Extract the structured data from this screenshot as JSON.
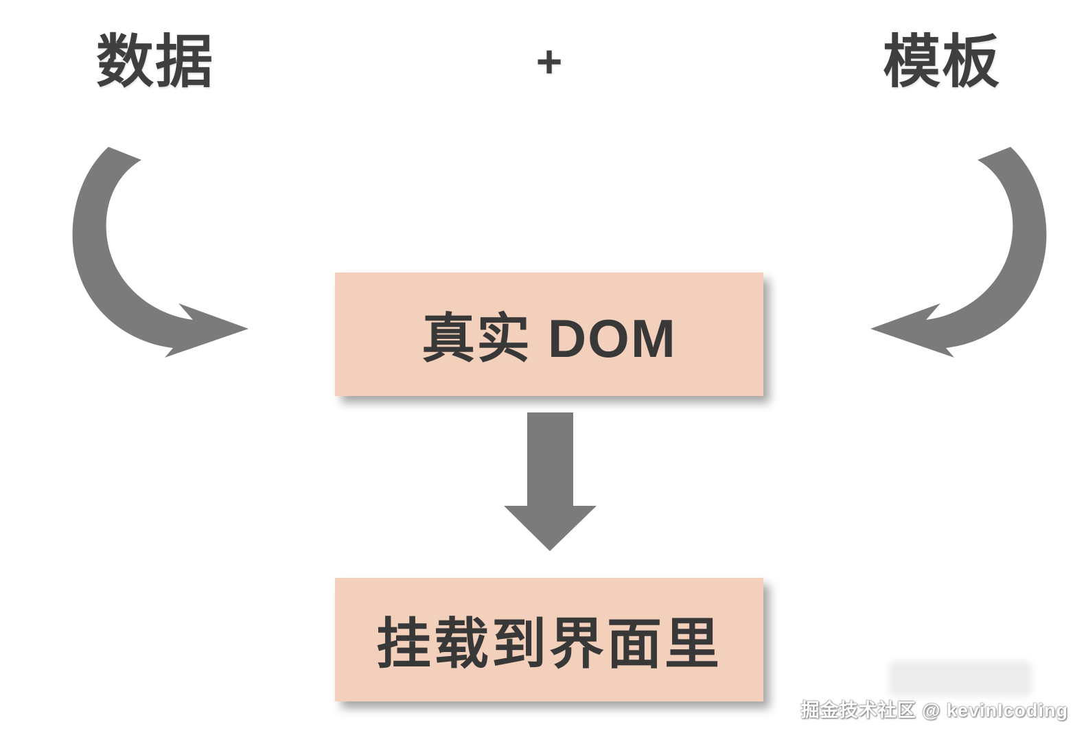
{
  "colors": {
    "background": "#ffffff",
    "box_fill": "#f2d0bb",
    "arrow_gray": "#7b7b7b",
    "title_text": "#3f3f3f",
    "box_text": "#383838",
    "watermark_text": "#ffffff"
  },
  "diagram": {
    "top_left_label": "数据",
    "operator": "+",
    "top_right_label": "模板",
    "center_box_label": "真实 DOM",
    "bottom_box_label": "挂载到界面里"
  },
  "icons": {
    "left_arrow": "curved-arrow-down-right-icon",
    "right_arrow": "curved-arrow-down-left-icon",
    "middle_arrow": "block-arrow-down-icon"
  },
  "watermark": {
    "text": "掘金技术社区 @ kevinIcoding"
  }
}
